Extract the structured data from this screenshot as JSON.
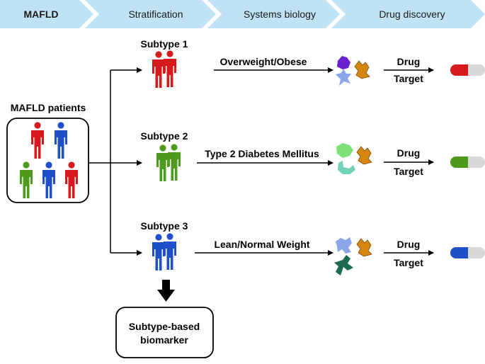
{
  "stages": [
    {
      "label": "MAFLD",
      "bold": true
    },
    {
      "label": "Stratification",
      "bold": false
    },
    {
      "label": "Systems biology",
      "bold": false
    },
    {
      "label": "Drug discovery",
      "bold": false
    }
  ],
  "patients": {
    "label": "MAFLD patients"
  },
  "subtypes": [
    {
      "label": "Subtype 1",
      "condition": "Overweight/Obese",
      "drug": "Drug",
      "target": "Target",
      "color": "#d7191c",
      "pill_color": "#d7191c"
    },
    {
      "label": "Subtype 2",
      "condition": "Type 2 Diabetes Mellitus",
      "drug": "Drug",
      "target": "Target",
      "color": "#4d9a1c",
      "pill_color": "#4d9a1c"
    },
    {
      "label": "Subtype 3",
      "condition": "Lean/Normal Weight",
      "drug": "Drug",
      "target": "Target",
      "color": "#1f50c8",
      "pill_color": "#1f50c8"
    }
  ],
  "biomarker": {
    "line1": "Subtype-based",
    "line2": "biomarker"
  },
  "colors": {
    "chevron": "#bfe3f5",
    "blob_purple": "#6a1fd0",
    "blob_orange": "#d4860f",
    "blob_lightblue": "#8aa5e8",
    "blob_lightgreen": "#7de07a",
    "blob_teal": "#6fd3b8",
    "blob_darkgreen": "#1f6b52",
    "pill_gray": "#d8d8d8"
  }
}
